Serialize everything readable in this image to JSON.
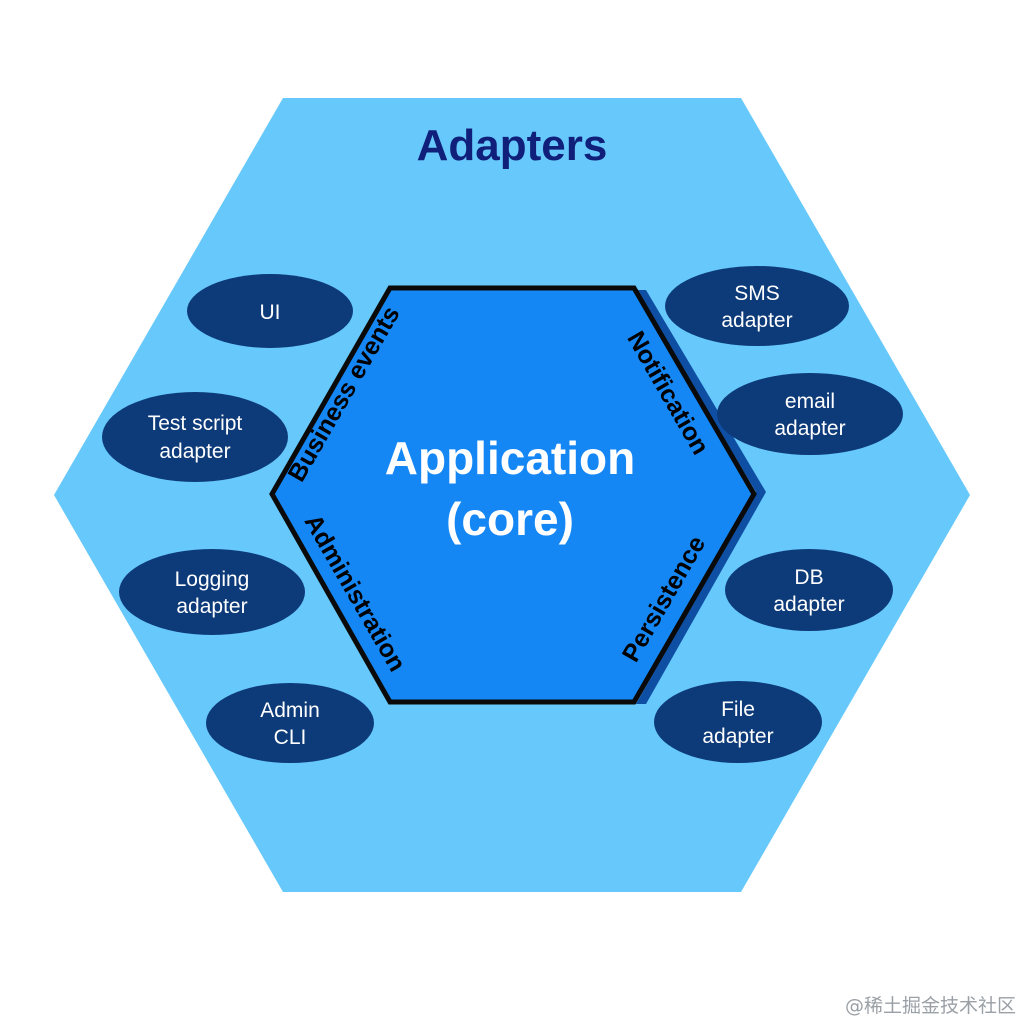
{
  "outer": {
    "title": "Adapters",
    "fill": "#66c8fb"
  },
  "core": {
    "line1": "Application",
    "line2": "(core)",
    "fill": "#1587f5",
    "edge": "#0e4fa3"
  },
  "ports": {
    "business_events": "Business events",
    "notification": "Notification",
    "administration": "Administration",
    "persistence": "Persistence"
  },
  "adapters": {
    "fill": "#0d3a78",
    "ui": {
      "line1": "UI",
      "line2": ""
    },
    "test_script": {
      "line1": "Test script",
      "line2": "adapter"
    },
    "logging": {
      "line1": "Logging",
      "line2": "adapter"
    },
    "admin_cli": {
      "line1": "Admin",
      "line2": "CLI"
    },
    "sms": {
      "line1": "SMS",
      "line2": "adapter"
    },
    "email": {
      "line1": "email",
      "line2": "adapter"
    },
    "db": {
      "line1": "DB",
      "line2": "adapter"
    },
    "file": {
      "line1": "File",
      "line2": "adapter"
    }
  },
  "watermark": "@稀土掘金技术社区"
}
